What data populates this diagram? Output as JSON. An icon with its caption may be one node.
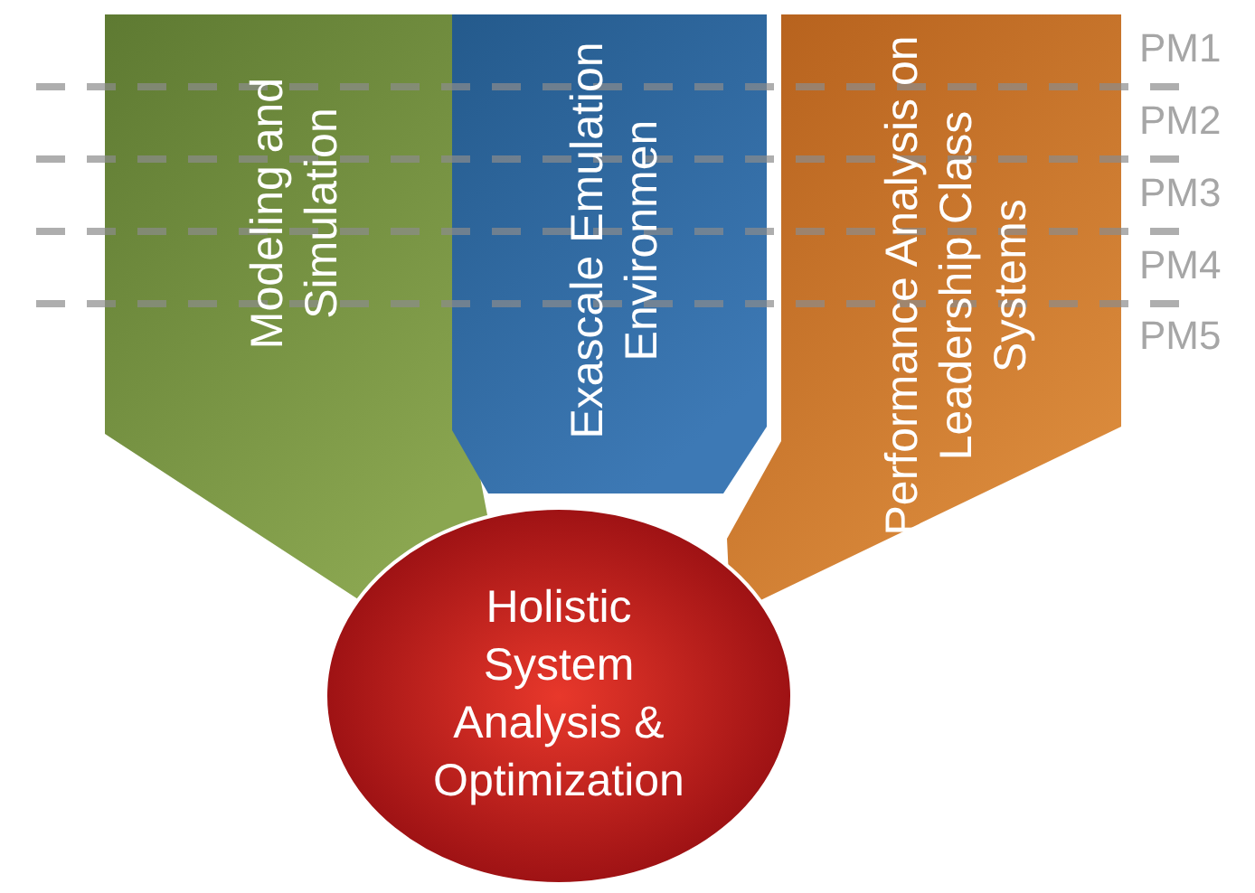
{
  "diagram": {
    "nodes": [
      {
        "text": [
          "Modeling and Simulation"
        ]
      },
      {
        "text": [
          "Exascale Emulation Environmen"
        ]
      },
      {
        "text": [
          "Performance Analysis on Leadership Class Systems"
        ]
      },
      {
        "text": [
          "Holistic System Analysis & Optimization"
        ]
      }
    ],
    "labels": [
      "PM1",
      "PM2",
      "PM3",
      "PM4",
      "PM5"
    ]
  }
}
